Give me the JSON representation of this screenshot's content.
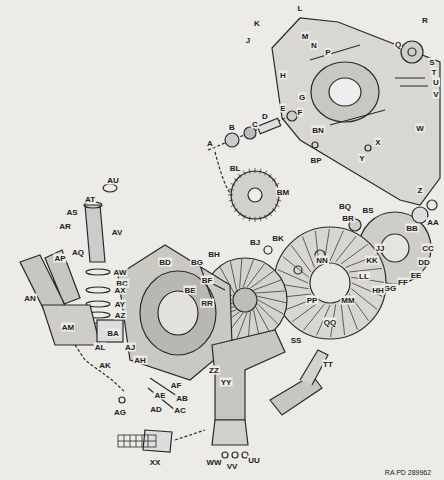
{
  "diagram": {
    "labels": [
      "L",
      "K",
      "J",
      "M",
      "N",
      "P",
      "R",
      "Q",
      "S",
      "T",
      "U",
      "V",
      "H",
      "G",
      "F",
      "E",
      "D",
      "C",
      "B",
      "A",
      "BN",
      "BP",
      "X",
      "Y",
      "W",
      "BL",
      "BM",
      "Z",
      "AA",
      "BB",
      "BS",
      "BQ",
      "BR",
      "CC",
      "BK",
      "BJ",
      "BH",
      "JJ",
      "KK",
      "LL",
      "DD",
      "EE",
      "FF",
      "GG",
      "HH",
      "NN",
      "PP",
      "MM",
      "QQ",
      "BG",
      "BF",
      "BE",
      "RR",
      "BD",
      "BC",
      "AU",
      "AT",
      "AS",
      "AR",
      "AV",
      "AQ",
      "AP",
      "AW",
      "AX",
      "AY",
      "AZ",
      "BA",
      "AJ",
      "AN",
      "AM",
      "AL",
      "AK",
      "AH",
      "AG",
      "AF",
      "AE",
      "AB",
      "AD",
      "AC",
      "SS",
      "ZZ",
      "YY",
      "TT",
      "XX",
      "WW",
      "VV",
      "UU",
      "RA PD 289962"
    ]
  }
}
